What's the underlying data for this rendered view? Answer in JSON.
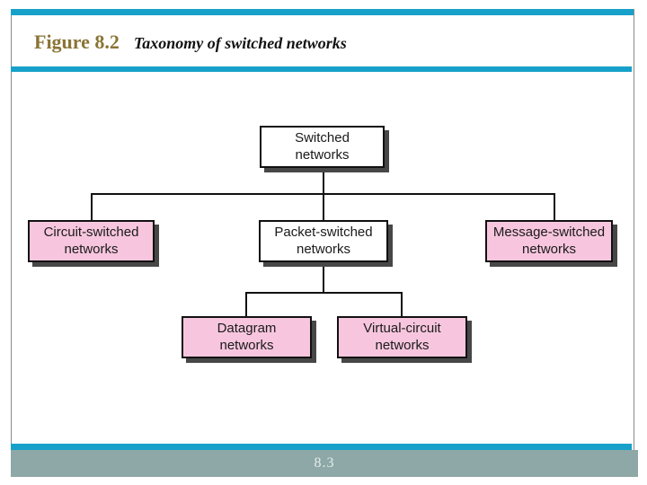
{
  "header": {
    "figure_label": "Figure 8.2",
    "figure_title": "Taxonomy of switched networks"
  },
  "footer": {
    "page_number": "8.3"
  },
  "colors": {
    "accent_cyan": "#17a1ca",
    "footer_bar_gray": "#8da8a6",
    "node_pink": "#f7c6de",
    "node_white": "#ffffff",
    "figure_label_gold": "#8a7434",
    "shadow_gray": "#474747"
  },
  "diagram": {
    "nodes": [
      {
        "id": "switched-networks",
        "line1": "Switched",
        "line2": "networks",
        "fill": "white"
      },
      {
        "id": "circuit-switched-networks",
        "line1": "Circuit-switched",
        "line2": "networks",
        "fill": "pink"
      },
      {
        "id": "packet-switched-networks",
        "line1": "Packet-switched",
        "line2": "networks",
        "fill": "white"
      },
      {
        "id": "message-switched-networks",
        "line1": "Message-switched",
        "line2": "networks",
        "fill": "pink"
      },
      {
        "id": "datagram-networks",
        "line1": "Datagram",
        "line2": "networks",
        "fill": "pink"
      },
      {
        "id": "virtual-circuit-networks",
        "line1": "Virtual-circuit",
        "line2": "networks",
        "fill": "pink"
      }
    ],
    "edges": [
      {
        "from": "switched-networks",
        "to": "circuit-switched-networks"
      },
      {
        "from": "switched-networks",
        "to": "packet-switched-networks"
      },
      {
        "from": "switched-networks",
        "to": "message-switched-networks"
      },
      {
        "from": "packet-switched-networks",
        "to": "datagram-networks"
      },
      {
        "from": "packet-switched-networks",
        "to": "virtual-circuit-networks"
      }
    ]
  }
}
